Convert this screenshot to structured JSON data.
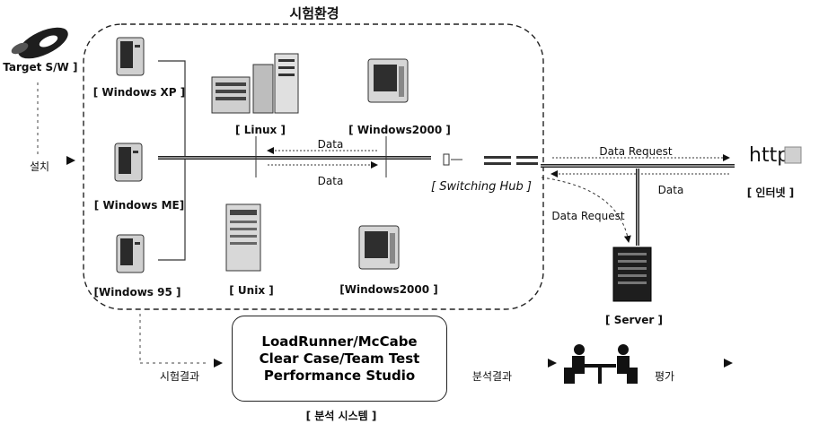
{
  "labels": {
    "test_env": "시험환경",
    "target_sw": "[ Target S/W ]",
    "install": "설치",
    "win_xp": "[ Windows XP ]",
    "win_me": "[ Windows ME]",
    "win_95": "[Windows 95 ]",
    "linux": "[ Linux ]",
    "unix": "[ Unix ]",
    "win2000_top": "[ Windows2000 ]",
    "win2000_bottom": "[Windows2000 ]",
    "data_1": "Data",
    "data_2": "Data",
    "switching_hub": "[ Switching Hub ]",
    "data_request_top": "Data Request",
    "data_server": "Data",
    "data_request_side": "Data Request",
    "http": "http",
    "internet": "[ 인터넷 ]",
    "server": "[ Server ]",
    "test_result": "시험결과",
    "analysis_result": "분석결과",
    "evaluation": "평가",
    "analysis_system": "[ 분석 시스템 ]"
  },
  "analysis_tools": [
    "LoadRunner/McCabe",
    "Clear Case/Team Test",
    "Performance Studio"
  ],
  "colors": {
    "line": "#222222",
    "device_dark": "#2a2a2a",
    "device_mid": "#8a8a8a",
    "device_light": "#d4d4d4"
  }
}
